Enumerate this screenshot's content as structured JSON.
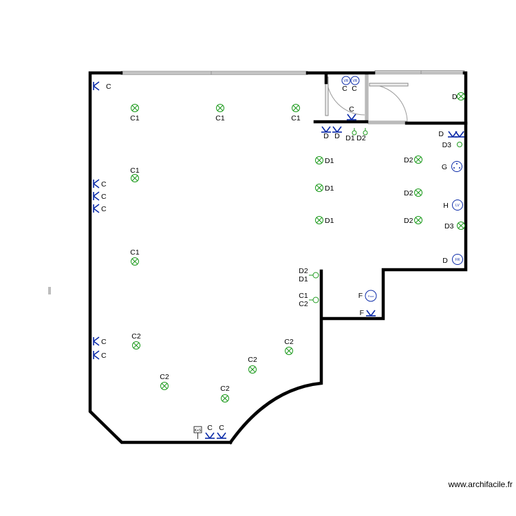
{
  "watermark": "www.archifacile.fr",
  "colors": {
    "walls": "#000000",
    "lights": "#1c9a1c",
    "switches": "#0a2aa8",
    "windows": "#d7d7d7"
  },
  "icons": {
    "light": "light-point-icon",
    "switch": "light-switch-icon",
    "socket": "socket-icon",
    "appliance": "appliance-outlet-icon"
  },
  "lights": [
    {
      "label": "C1"
    },
    {
      "label": "C1"
    },
    {
      "label": "C1"
    },
    {
      "label": "C1"
    },
    {
      "label": "C1"
    },
    {
      "label": "D1"
    },
    {
      "label": "D1"
    },
    {
      "label": "D1"
    },
    {
      "label": "D2"
    },
    {
      "label": "D2"
    },
    {
      "label": "D2"
    },
    {
      "label": "C2"
    },
    {
      "label": "C2"
    },
    {
      "label": "C2"
    },
    {
      "label": "C2"
    },
    {
      "label": "C2"
    },
    {
      "label": "D"
    },
    {
      "label": "D3"
    }
  ],
  "switches": [
    {
      "label": "C"
    },
    {
      "label": "C"
    },
    {
      "label": "C"
    },
    {
      "label": "C"
    },
    {
      "label": "C"
    },
    {
      "label": "C"
    },
    {
      "label": "C"
    },
    {
      "label": "D"
    },
    {
      "label": "D"
    },
    {
      "label": "D"
    },
    {
      "label": "C"
    },
    {
      "label": "C"
    },
    {
      "label": "F"
    }
  ],
  "sockets": [
    {
      "label": "D1"
    },
    {
      "label": "D2"
    },
    {
      "label": "D3"
    }
  ],
  "socket_pair_labels": [
    {
      "top": "D2",
      "bottom": "D1"
    },
    {
      "top": "C1",
      "bottom": "C2"
    }
  ],
  "vr_labels": [
    "C",
    "C"
  ],
  "vr_text": "VR",
  "appliances": [
    {
      "label": "G",
      "code": ""
    },
    {
      "label": "H",
      "code": "LV"
    },
    {
      "label": "D",
      "code": "FR"
    },
    {
      "label": "F",
      "code": "Four"
    }
  ],
  "ks_box": "K+S"
}
